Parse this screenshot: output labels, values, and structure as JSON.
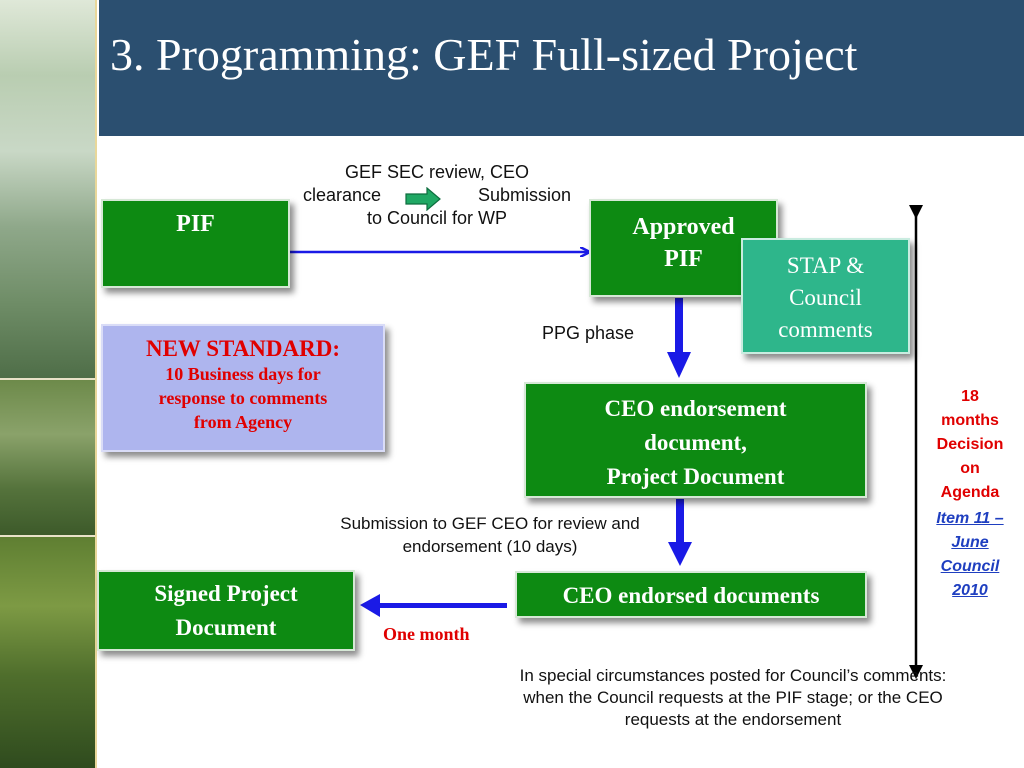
{
  "title": "3. Programming: GEF Full-sized Project",
  "boxes": {
    "pif": "PIF",
    "approved_pif_line1": "Approved",
    "approved_pif_line2": "PIF",
    "stap_line1": "STAP &",
    "stap_line2": "Council",
    "stap_line3": "comments",
    "ceo_doc_line1": "CEO endorsement",
    "ceo_doc_line2": "document,",
    "ceo_doc_line3": "Project Document",
    "ceo_endorsed": "CEO endorsed documents",
    "signed_line1": "Signed Project",
    "signed_line2": "Document"
  },
  "new_standard": {
    "heading": "NEW STANDARD:",
    "line1": "10 Business days for",
    "line2": "response to comments",
    "line3": "from Agency"
  },
  "labels": {
    "review_line1": "GEF SEC review, CEO",
    "review_line2a": "clearance",
    "review_line2b": "Submission",
    "review_line3": "to Council for WP",
    "ppg_phase": "PPG phase",
    "submission_line1": "Submission to GEF CEO for review and",
    "submission_line2": "endorsement (10 days)",
    "one_month": "One month",
    "special_line1": "In special circumstances posted for Council’s comments:",
    "special_line2": "when the Council requests at the PIF stage; or the CEO",
    "special_line3": "requests at the endorsement",
    "months_line1": "18",
    "months_line2": "months",
    "months_line3": "Decision",
    "months_line4": "on",
    "months_line5": "Agenda",
    "item_line1": "Item 11 –",
    "item_line2": "June",
    "item_line3": "Council",
    "item_line4": "2010"
  },
  "colors": {
    "title_bar": "#2b4f70",
    "box_green": "#0d8a12",
    "stap_teal": "#2eb68b",
    "standard_lavender": "#aeb5ee",
    "highlight_red": "#e00000",
    "arrow_blue": "#1a1ae6",
    "link_blue": "#1f3fc0"
  }
}
